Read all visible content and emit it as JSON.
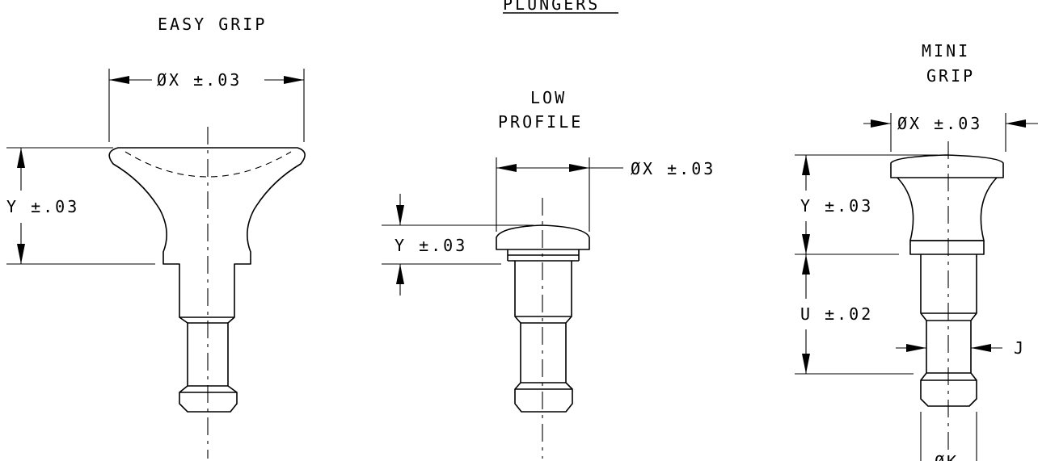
{
  "title": "PLUNGERS",
  "views": {
    "easy_grip": {
      "title": "EASY GRIP",
      "diameter_label": "ØX ±.03",
      "height_label": "Y ±.03"
    },
    "low_profile": {
      "title_line1": "LOW",
      "title_line2": "PROFILE",
      "diameter_label": "ØX ±.03",
      "height_label": "Y ±.03"
    },
    "mini_grip": {
      "title_line1": "MINI",
      "title_line2": "GRIP",
      "diameter_label": "ØX ±.03",
      "height_label": "Y ±.03",
      "length_label": "U ±.02",
      "j_label": "J",
      "k_label": "ØK"
    }
  }
}
